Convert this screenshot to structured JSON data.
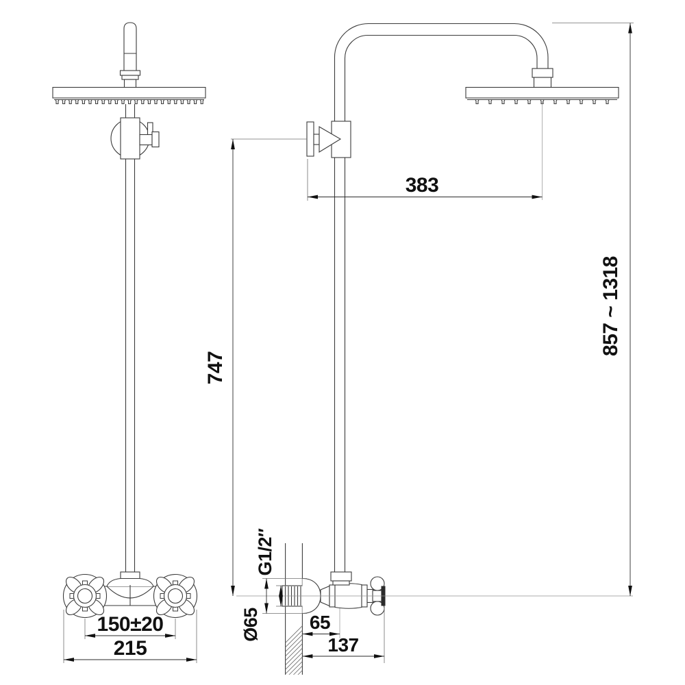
{
  "drawing": {
    "description": "shower column technical drawing, front and side views",
    "dims": {
      "reach": "383",
      "column": "747",
      "height_range": "857 ~ 1318",
      "handle_centers": "150±20",
      "body_width": "215",
      "wall_to_riser": "65",
      "wall_to_handle_end": "137",
      "thread": "G1/2″",
      "flange_diameter": "Ø65"
    },
    "colors": {
      "line": "#3a3a3a",
      "dimension_text": "#111111",
      "centerline": "#8f8f8f",
      "background": "#ffffff"
    }
  }
}
